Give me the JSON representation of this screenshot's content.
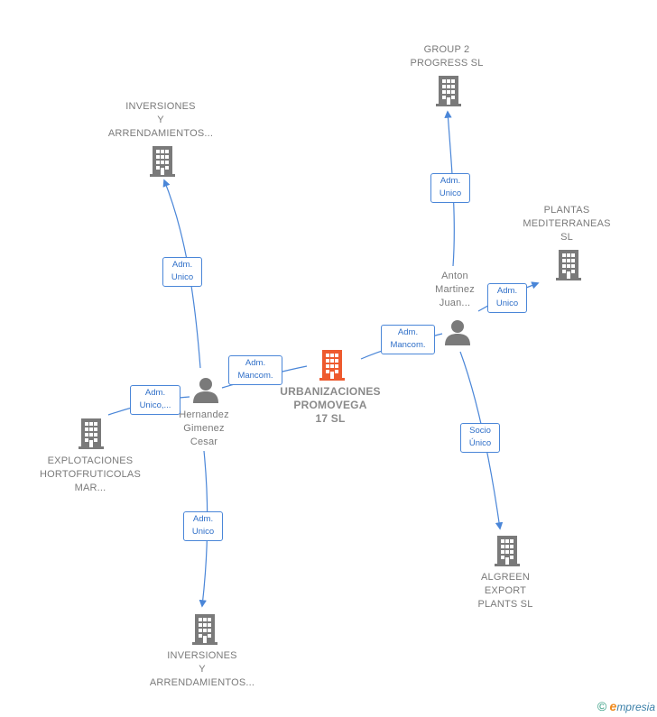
{
  "nodes": {
    "main_company": {
      "label": "URBANIZACIONES\nPROMOVEGA\n17  SL",
      "color": "#ee5a2e",
      "icon": "building-icon"
    },
    "group2": {
      "label": "GROUP 2\nPROGRESS  SL",
      "icon": "building-icon"
    },
    "inversiones_top": {
      "label": "INVERSIONES\nY\nARRENDAMIENTOS...",
      "icon": "building-icon"
    },
    "plantas": {
      "label": "PLANTAS\nMEDITERRANEAS\nSL",
      "icon": "building-icon"
    },
    "anton": {
      "label": "Anton\nMartinez\nJuan...",
      "icon": "person-icon"
    },
    "hernandez": {
      "label": "Hernandez\nGimenez\nCesar",
      "icon": "person-icon"
    },
    "explotaciones": {
      "label": "EXPLOTACIONES\nHORTOFRUTICOLAS\nMAR...",
      "icon": "building-icon"
    },
    "algreen": {
      "label": "ALGREEN\nEXPORT\nPLANTS  SL",
      "icon": "building-icon"
    },
    "inversiones_bottom": {
      "label": "INVERSIONES\nY\nARRENDAMIENTOS...",
      "icon": "building-icon"
    }
  },
  "edges": {
    "anton_group2": "Adm.\nUnico",
    "anton_plantas": "Adm.\nUnico",
    "anton_main": "Adm.\nMancom.",
    "anton_algreen": "Socio\nÚnico",
    "hernandez_inv_top": "Adm.\nUnico",
    "hernandez_main": "Adm.\nMancom.",
    "hernandez_explot": "Adm.\nUnico,...",
    "hernandez_inv_bottom": "Adm.\nUnico"
  },
  "colors": {
    "node_gray": "#7a7a7a",
    "edge": "#4a86d8",
    "main": "#ee5a2e"
  },
  "footer": {
    "copyright": "©",
    "brand_e": "e",
    "brand_rest": "mpresia"
  }
}
